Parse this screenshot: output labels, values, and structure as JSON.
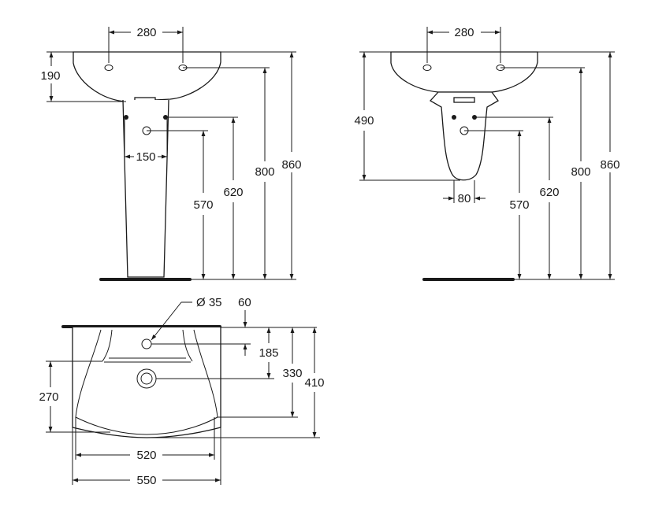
{
  "front_view": {
    "tap_spacing": "280",
    "basin_depth": "190",
    "pedestal_width": "150",
    "waste_height": "570",
    "fixing_height": "620",
    "rim_height": "800",
    "overall_height": "860"
  },
  "side_view": {
    "tap_spacing": "280",
    "semi_pedestal_drop": "490",
    "pedestal_width": "80",
    "waste_height": "570",
    "fixing_height": "620",
    "rim_height": "800",
    "overall_height": "860"
  },
  "plan_view": {
    "tap_hole_diameter": "Ø 35",
    "back_to_tap": "60",
    "back_to_waste": "185",
    "back_to_bowl_front": "330",
    "projection": "410",
    "bowl_depth": "270",
    "inner_width": "520",
    "overall_width": "550"
  }
}
